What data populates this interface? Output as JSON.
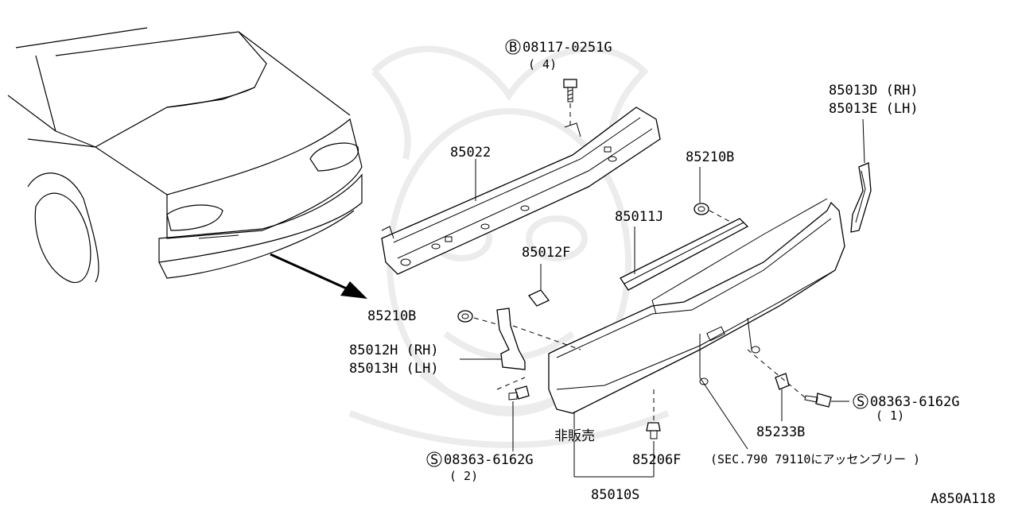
{
  "labels": {
    "bolt_ref": "08117-0251G",
    "bolt_circle": "B",
    "bolt_qty": "( 4)",
    "reinforcement": "85022",
    "side_rh": "85013D (RH)",
    "side_lh": "85013E (LH)",
    "clip_85210b_right": "85210B",
    "garnish": "85011J",
    "bracket_85012f": "85012F",
    "clip_85210b_left": "85210B",
    "bracket_rh": "85012H (RH)",
    "bracket_lh": "85013H (LH)",
    "screw_right_ref": "08363-6162G",
    "screw_right_circle": "S",
    "screw_right_qty": "( 1)",
    "retainer": "85233B",
    "not_for_sale": "非販売",
    "screw_left_ref": "08363-6162G",
    "screw_left_circle": "S",
    "screw_left_qty": "( 2)",
    "clip_85206f": "85206F",
    "sec_ref": "(SEC.790 79110にアッセンブリー )",
    "assembly": "85010S",
    "diagram_id": "A850A118"
  }
}
